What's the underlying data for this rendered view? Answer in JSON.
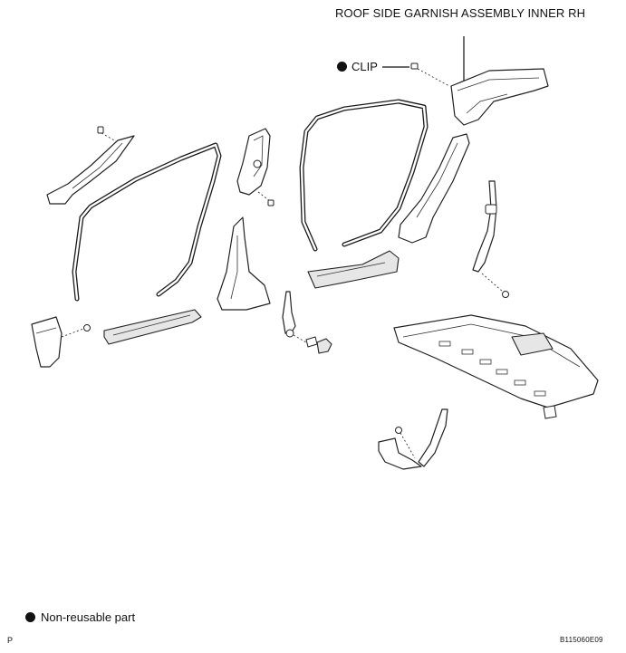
{
  "diagram": {
    "callout_title": "ROOF SIDE GARNISH ASSEMBLY INNER RH",
    "clip_label": "CLIP",
    "legend_text": "Non-reusable part",
    "page_letter": "P",
    "figure_code": "B115060E09",
    "legend_symbol": "filled-circle",
    "colors": {
      "line": "#222222",
      "background": "#ffffff"
    }
  }
}
